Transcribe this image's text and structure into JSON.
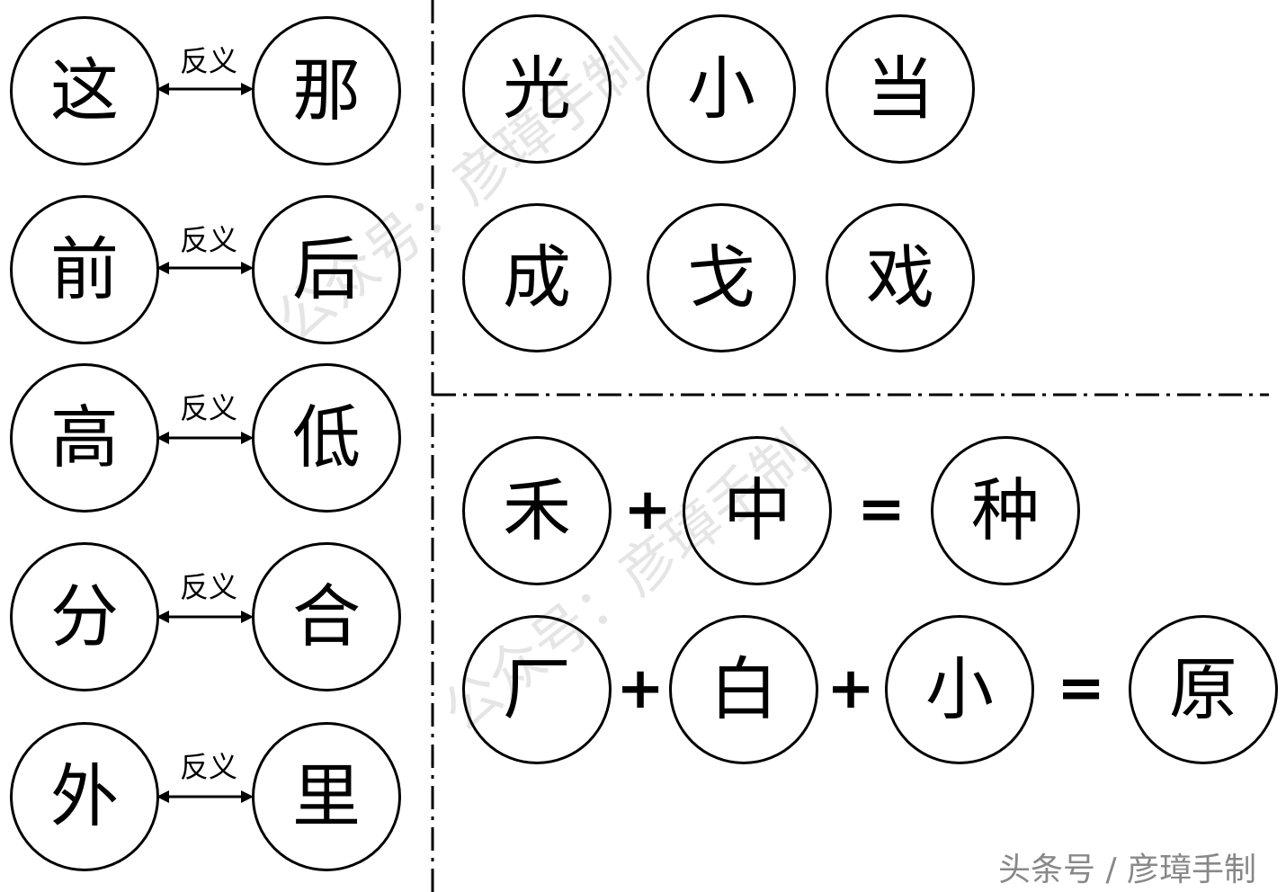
{
  "antonyms": {
    "relation_label": "反义",
    "pairs": [
      {
        "left": "这",
        "right": "那"
      },
      {
        "left": "前",
        "right": "后"
      },
      {
        "left": "高",
        "right": "低"
      },
      {
        "left": "分",
        "right": "合"
      },
      {
        "left": "外",
        "right": "里"
      }
    ]
  },
  "characters": {
    "row1": [
      "光",
      "小",
      "当"
    ],
    "row2": [
      "成",
      "戈",
      "戏"
    ]
  },
  "equations": [
    {
      "parts": [
        "禾",
        "中"
      ],
      "result": "种"
    },
    {
      "parts": [
        "厂",
        "白",
        "小"
      ],
      "result": "原"
    }
  ],
  "operators": {
    "plus": "+",
    "equals": "="
  },
  "watermark": [
    "公众号：彦璋手制",
    "公众号：彦璋手制"
  ],
  "credit": "头条号 / 彦璋手制",
  "colors": {
    "ink": "#000000",
    "watermark": "#a0a0a0",
    "credit": "#888888"
  }
}
